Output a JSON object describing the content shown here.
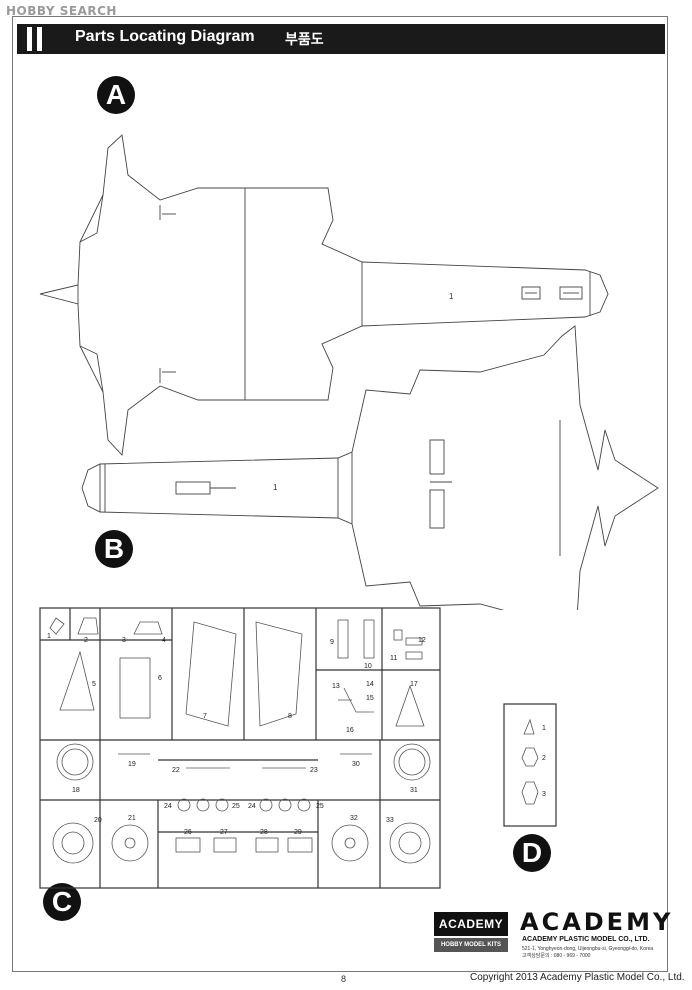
{
  "watermark": "HOBBY SEARCH",
  "header": {
    "title": "Parts Locating Diagram",
    "korean": "부품도"
  },
  "views": {
    "a": "A",
    "b": "B",
    "c": "C",
    "d": "D"
  },
  "fuselage_labels": {
    "top": "1",
    "bottom": "1"
  },
  "sprue_c_numbers": [
    "1",
    "2",
    "3",
    "4",
    "5",
    "6",
    "7",
    "8",
    "9",
    "10",
    "11",
    "12",
    "13",
    "14",
    "15",
    "16",
    "17",
    "18",
    "19",
    "20",
    "21",
    "22",
    "23",
    "24",
    "25",
    "24",
    "25",
    "26",
    "27",
    "28",
    "29",
    "30",
    "31",
    "32",
    "33"
  ],
  "sprue_d_numbers": [
    "1",
    "2",
    "3"
  ],
  "brand": {
    "box_top": "ACADEMY",
    "box_bottom": "HOBBY MODEL KITS",
    "logo": "ACADEMY",
    "company": "ACADEMY PLASTIC MODEL CO., LTD.",
    "address": "521-1, Yonghyeon-dong, Uijeongbu-si, Gyeonggi-do, Korea",
    "phone": "고객상담문의 : 080 - 969 - 7000"
  },
  "footer": {
    "page": "8",
    "copyright": "Copyright 2013 Academy Plastic Model Co., Ltd."
  }
}
